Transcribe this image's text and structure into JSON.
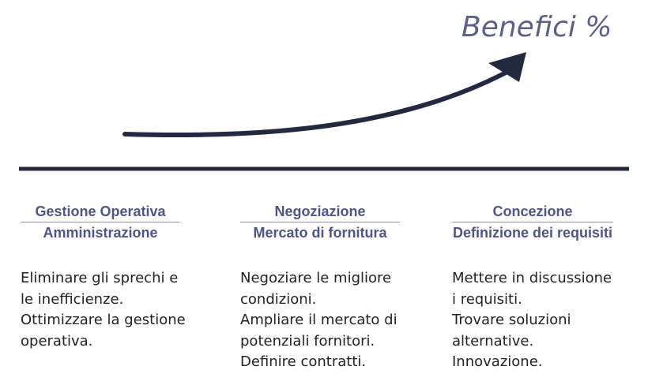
{
  "title": "Benefici %",
  "colors": {
    "title": "#5d5f86",
    "heading": "#4e5582",
    "arrow": "#232a3f",
    "baseline": "#232a3f",
    "body": "#222222"
  },
  "columns": [
    {
      "heading1": "Gestione Operativa",
      "heading2": "Amministrazione",
      "lines": [
        "Eliminare gli sprechi e",
        "le inefficienze.",
        "Ottimizzare la gestione",
        "operativa."
      ]
    },
    {
      "heading1": "Negoziazione",
      "heading2": "Mercato di fornitura",
      "lines": [
        "Negoziare le migliore",
        "condizioni.",
        "Ampliare il mercato di",
        "potenziali fornitori.",
        "Definire contratti."
      ]
    },
    {
      "heading1": "Concezione",
      "heading2": "Definizione dei requisiti",
      "lines": [
        "Mettere in discussione",
        "i requisiti.",
        "Trovare soluzioni",
        "alternative.",
        "Innovazione."
      ]
    }
  ]
}
